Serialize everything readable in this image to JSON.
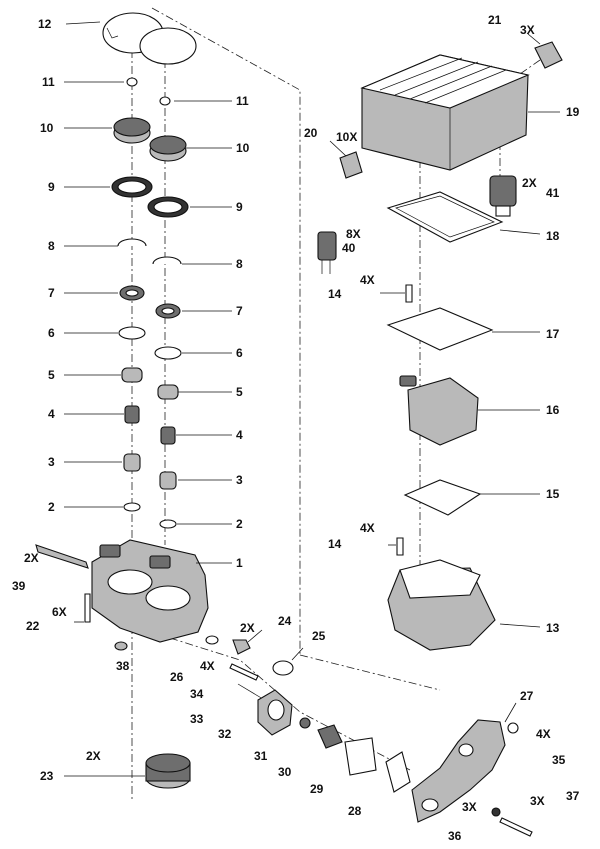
{
  "callouts": {
    "c1": "1",
    "c2a": "2",
    "c2b": "2",
    "c3a": "3",
    "c3b": "3",
    "c4a": "4",
    "c4b": "4",
    "c5a": "5",
    "c5b": "5",
    "c6a": "6",
    "c6b": "6",
    "c7a": "7",
    "c7b": "7",
    "c8a": "8",
    "c8b": "8",
    "c9a": "9",
    "c9b": "9",
    "c10a": "10",
    "c10b": "10",
    "c11a": "11",
    "c11b": "11",
    "c12": "12",
    "c13": "13",
    "c14a": "14",
    "c14b": "14",
    "c15": "15",
    "c16": "16",
    "c17": "17",
    "c18": "18",
    "c19": "19",
    "c20": "20",
    "c21": "21",
    "c22": "22",
    "c23": "23",
    "c24": "24",
    "c25": "25",
    "c26": "26",
    "c27": "27",
    "c28": "28",
    "c29": "29",
    "c30": "30",
    "c31": "31",
    "c32": "32",
    "c33": "33",
    "c34": "34",
    "c35": "35",
    "c36": "36",
    "c37": "37",
    "c38": "38",
    "c39": "39",
    "c40": "40",
    "c41": "41"
  },
  "quantities": {
    "q21": "3X",
    "q20": "10X",
    "q41": "2X",
    "q40": "8X",
    "q14a": "4X",
    "q14b": "4X",
    "q39": "2X",
    "q22": "6X",
    "q24": "2X",
    "q26": "4X",
    "q23": "2X",
    "q35": "4X",
    "q36": "3X",
    "q37": "3X"
  }
}
